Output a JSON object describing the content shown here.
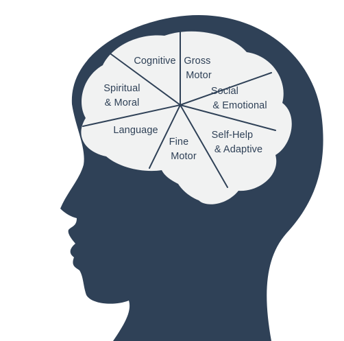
{
  "colors": {
    "head": "#2f4157",
    "brain": "#f1f2f2",
    "divider": "#2f4157",
    "label": "#2f4157",
    "background": "#ffffff"
  },
  "segments": [
    {
      "id": "gross-motor",
      "lines": [
        "Gross",
        "Motor"
      ]
    },
    {
      "id": "social-emotional",
      "lines": [
        "Social",
        "& Emotional"
      ]
    },
    {
      "id": "self-help-adaptive",
      "lines": [
        "Self-Help",
        "& Adaptive"
      ]
    },
    {
      "id": "fine-motor",
      "lines": [
        "Fine",
        "Motor"
      ]
    },
    {
      "id": "language",
      "lines": [
        "Language"
      ]
    },
    {
      "id": "spiritual-moral",
      "lines": [
        "Spiritual",
        "& Moral"
      ]
    },
    {
      "id": "cognitive",
      "lines": [
        "Cognitive"
      ]
    }
  ]
}
